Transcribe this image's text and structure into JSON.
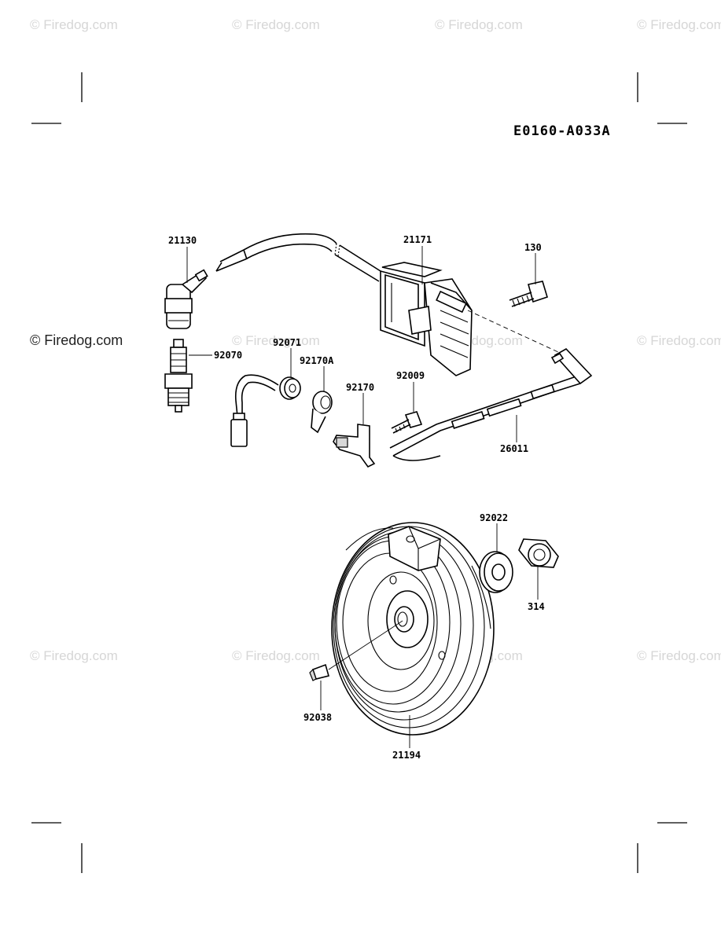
{
  "watermark": {
    "text": "© Firedog.com"
  },
  "diagram_code": "E0160-A033A",
  "parts": [
    {
      "number": "21130"
    },
    {
      "number": "21171"
    },
    {
      "number": "130"
    },
    {
      "number": "92071"
    },
    {
      "number": "92070"
    },
    {
      "number": "92170A"
    },
    {
      "number": "92170"
    },
    {
      "number": "92009"
    },
    {
      "number": "26011"
    },
    {
      "number": "92022"
    },
    {
      "number": "314"
    },
    {
      "number": "92038"
    },
    {
      "number": "21194"
    }
  ]
}
